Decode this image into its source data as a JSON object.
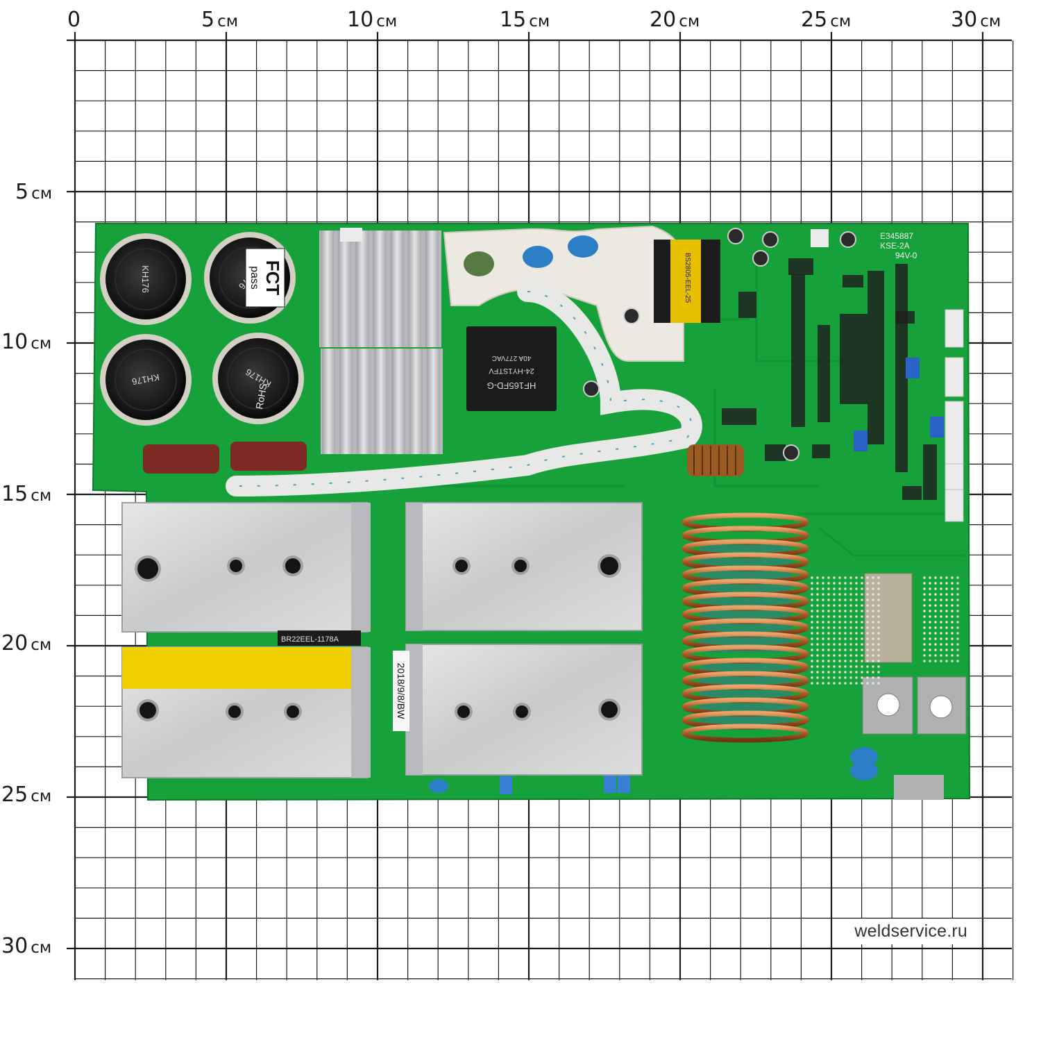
{
  "ruler": {
    "unit": "см",
    "x_ticks": [
      "0",
      "5",
      "10",
      "15",
      "20",
      "25",
      "30"
    ],
    "y_ticks": [
      "5",
      "10",
      "15",
      "20",
      "25",
      "30"
    ]
  },
  "watermark": "weldservice.ru",
  "board": {
    "fct_label": "FCT",
    "pass_label": "pass",
    "rohs_label": "RoHS",
    "cap_code": "KH176",
    "relay_line1": "HF165FD-G",
    "relay_line2": "24-HY1STFV",
    "relay_line3": "40A 277VAC",
    "cert_line1": "E345887",
    "cert_line2": "KSE-2A",
    "cert_line3": "94V-0",
    "date_stamp": "2018/9/8/BW",
    "part_number": "BR22EEL-1178A",
    "transformer_label": "BS2805-EEL-25"
  },
  "colors": {
    "pcb": "#17a13a",
    "grid": "#1a1a1a",
    "heatsink": "#d4d5d6",
    "copper": "#b06a32",
    "tape": "#f0d000"
  }
}
